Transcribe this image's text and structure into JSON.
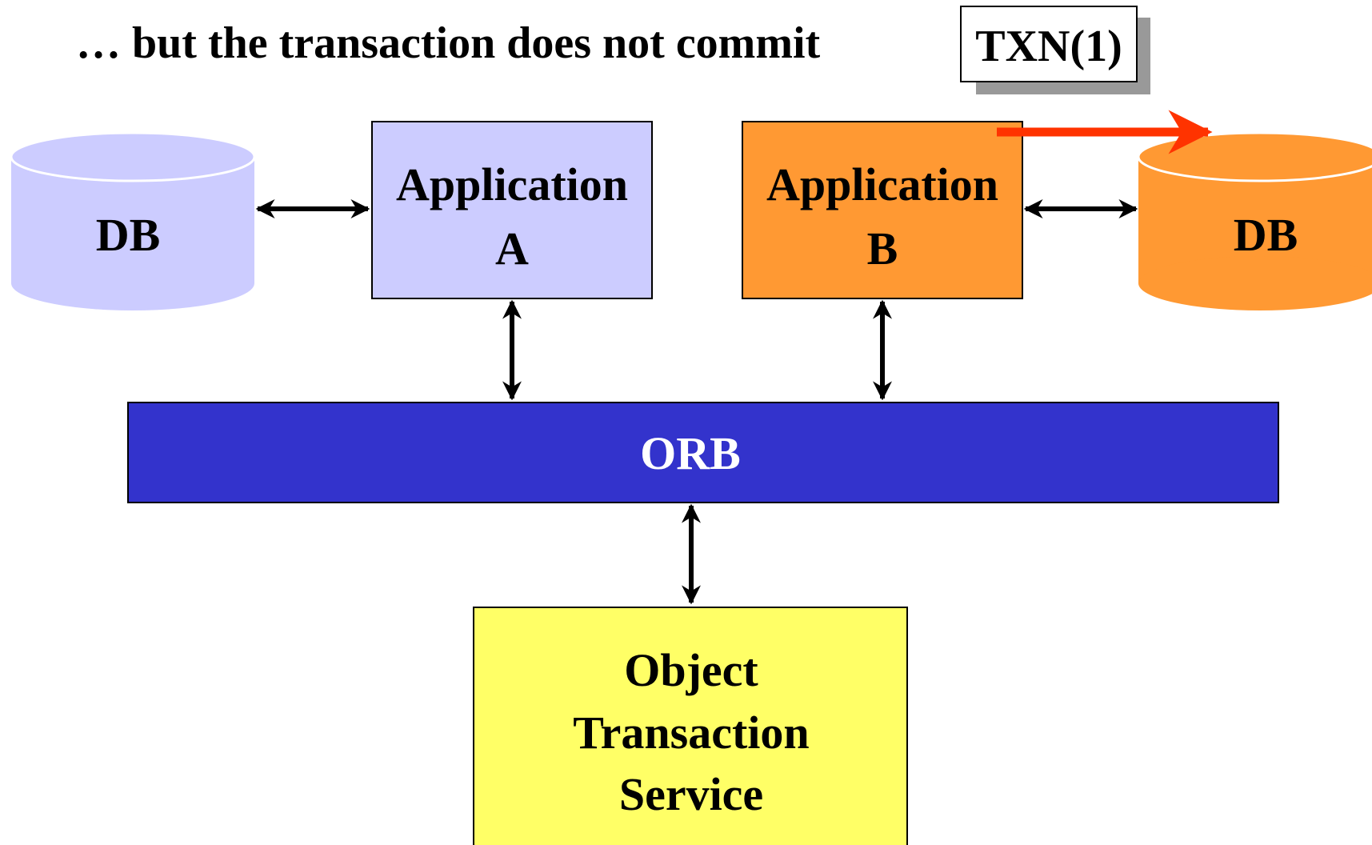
{
  "heading": {
    "text": "… but the transaction does not commit",
    "badge": "TXN(1)"
  },
  "nodes": {
    "db_left": {
      "label": "DB",
      "fill": "#ccccff"
    },
    "app_a": {
      "line1": "Application",
      "line2": "A",
      "fill": "#ccccff"
    },
    "app_b": {
      "line1": "Application",
      "line2": "B",
      "fill": "#ff9933"
    },
    "db_right": {
      "label": "DB",
      "fill": "#ff9933"
    },
    "orb": {
      "label": "ORB",
      "fill": "#3333cc"
    },
    "ots": {
      "line1": "Object",
      "line2": "Transaction",
      "line3": "Service",
      "fill": "#ffff66"
    }
  },
  "highlight_arrow_color": "#ff3300"
}
